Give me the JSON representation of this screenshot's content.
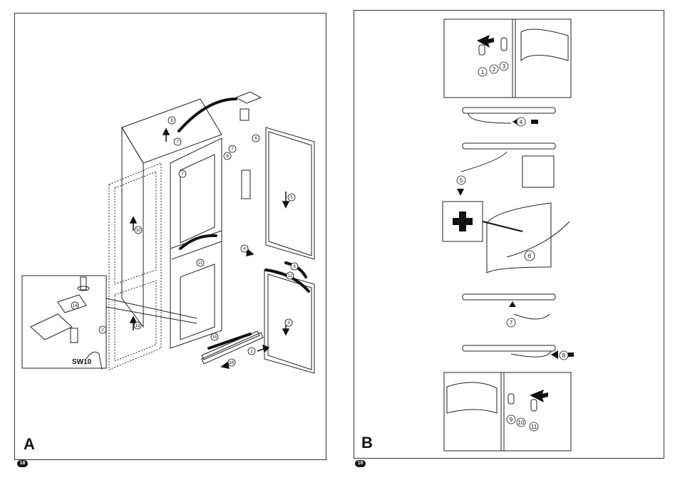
{
  "panels": {
    "a": {
      "letter": "A",
      "tool_label": "SW10"
    },
    "b": {
      "letter": "B"
    }
  },
  "page_numbers": {
    "left": "18",
    "right": "18"
  },
  "callouts_a": [
    "1",
    "2",
    "3",
    "4",
    "5",
    "6",
    "7",
    "7",
    "7",
    "8",
    "9",
    "10",
    "11",
    "12",
    "13",
    "14",
    "15",
    "16",
    "14"
  ],
  "callouts_b": [
    "1",
    "2",
    "3",
    "4",
    "5",
    "6",
    "7",
    "8",
    "9",
    "10",
    "11"
  ]
}
